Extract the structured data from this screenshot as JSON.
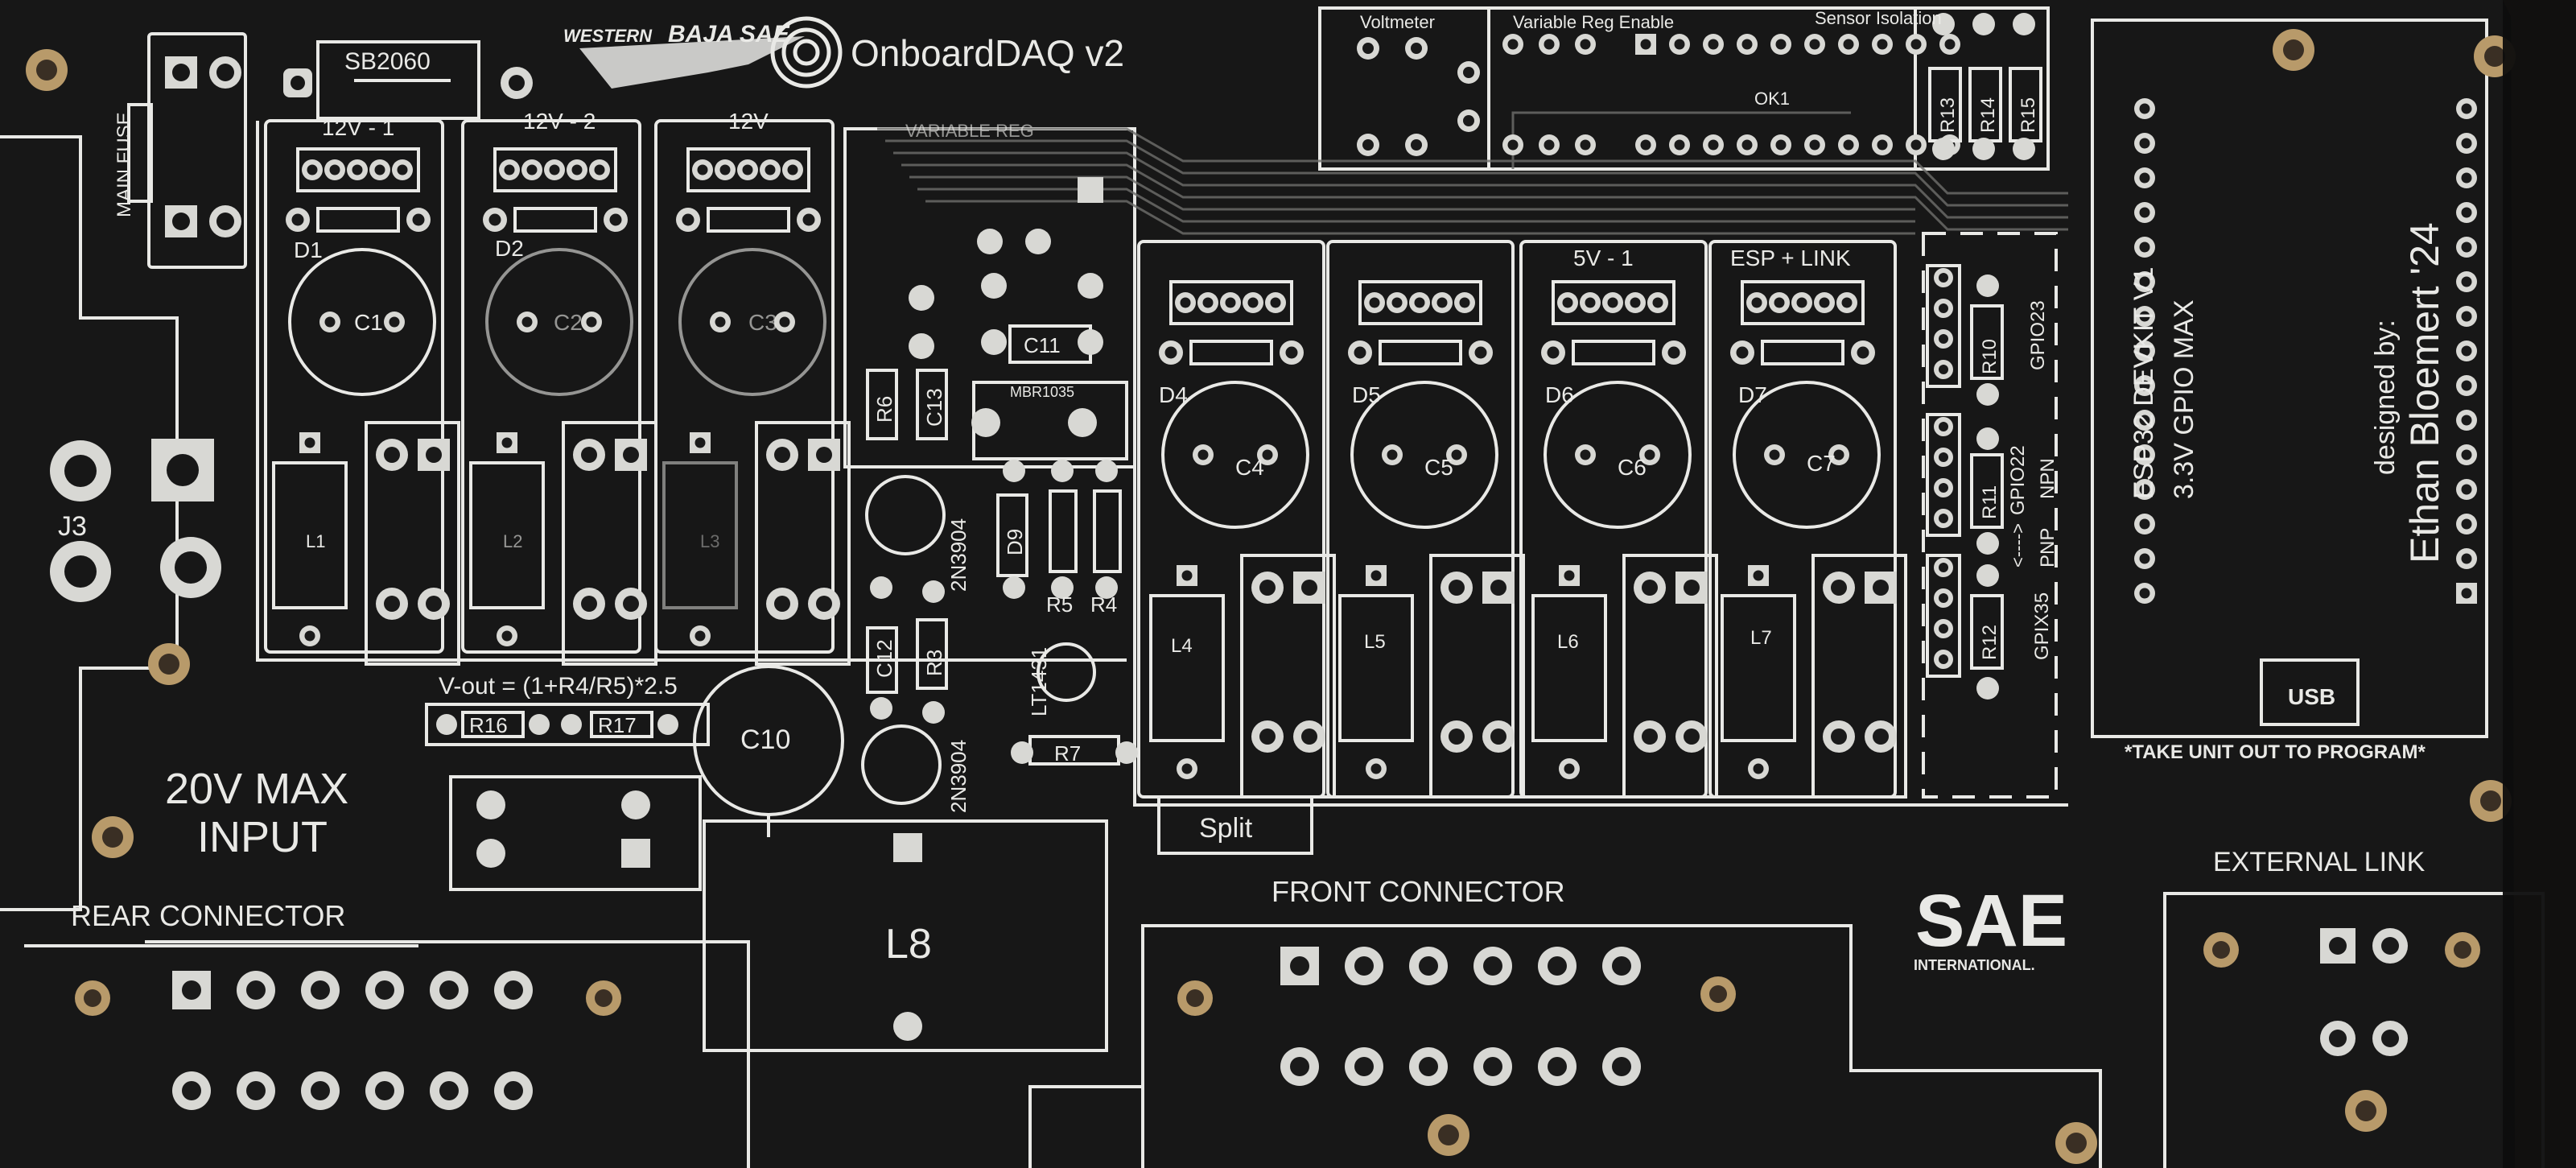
{
  "board": {
    "title": "OnboardDAQ v2",
    "team_logo_top": "WESTERN",
    "team_logo_main": "BAJA SAE",
    "designer_line1": "designed by:",
    "designer_line2": "Ethan Bloemert '24",
    "sae_logo_text": "SAE",
    "sae_logo_sub": "INTERNATIONAL."
  },
  "labels": {
    "main_fuse": "MAIN FUSE",
    "sb2060": "SB2060",
    "rail1": "12V - 1",
    "rail2": "12V - 2",
    "rail3": "12V",
    "variable_reg": "VARIABLE REG",
    "voltmeter": "Voltmeter",
    "variable_reg_enable": "Variable Reg Enable",
    "sensor_isolation": "Sensor Isolation",
    "ok1": "OK1",
    "esp_link": "ESP + LINK",
    "rail_5v": "5V - 1",
    "esp_module_line1": "ESP32 DEVKIT V1",
    "esp_module_line2": "3.3V GPIO MAX",
    "usb": "USB",
    "take_unit_out": "*TAKE UNIT OUT TO PROGRAM*",
    "external_link": "EXTERNAL LINK",
    "front_connector": "FRONT CONNECTOR",
    "rear_connector": "REAR CONNECTOR",
    "input_line1": "20V MAX",
    "input_line2": "INPUT",
    "vout_formula": "V-out = (1+R4/R5)*2.5",
    "split": "Split",
    "j3": "J3",
    "pnp": "PNP",
    "npn": "NPN",
    "arrow_hint": "<---->"
  },
  "refdes": {
    "d1": "D1",
    "d2": "D2",
    "d4": "D4",
    "d5": "D5",
    "d6": "D6",
    "d7": "D7",
    "d9": "D9",
    "c1": "C1",
    "c2": "C2",
    "c3": "C3",
    "c4": "C4",
    "c5": "C5",
    "c6": "C6",
    "c7": "C7",
    "c10": "C10",
    "c11": "C11",
    "c12": "C12",
    "c13": "C13",
    "l1": "L1",
    "l2": "L2",
    "l3": "L3",
    "l4": "L4",
    "l5": "L5",
    "l6": "L6",
    "l7": "L7",
    "l8": "L8",
    "r3": "R3",
    "r4": "R4",
    "r5": "R5",
    "r6": "R6",
    "r7": "R7",
    "r10": "R10",
    "r11": "R11",
    "r12": "R12",
    "r13": "R13",
    "r14": "R14",
    "r15": "R15",
    "r16": "R16",
    "r17": "R17",
    "q1": "2N3904",
    "q2": "2N3904",
    "mbr": "MBR1035",
    "lt": "LT1431",
    "gpio23": "GPIO23",
    "gpio22": "GPIO22",
    "gpio35": "GPIX35"
  },
  "colors": {
    "board": "#141414",
    "silk": "#e9e9e6",
    "pad": "#d8d8d4",
    "hole": "#3a3a38",
    "brass": "#b89a6a",
    "background": "#5e4c3b"
  }
}
